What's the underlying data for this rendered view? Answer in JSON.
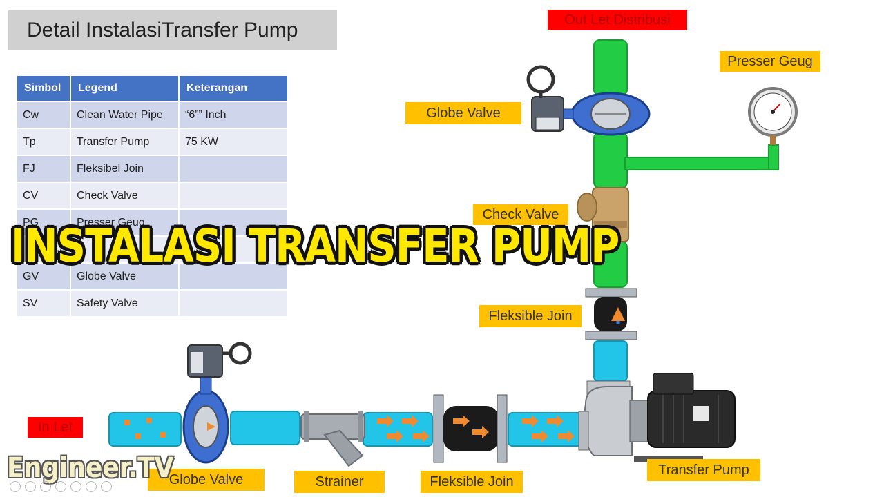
{
  "title": "Detail InstalasiTransfer Pump",
  "legend_table": {
    "headers": [
      "Simbol",
      "Legend",
      "Keterangan"
    ],
    "rows": [
      [
        "Cw",
        "Clean Water Pipe",
        "“6”” Inch"
      ],
      [
        "Tp",
        "Transfer Pump",
        "75 KW"
      ],
      [
        "FJ",
        "Fleksibel Join",
        ""
      ],
      [
        "CV",
        "Check Valve",
        ""
      ],
      [
        "PG",
        "Presser Geug",
        ""
      ],
      [
        "",
        "",
        ""
      ],
      [
        "GV",
        "Globe Valve",
        ""
      ],
      [
        "SV",
        "Safety Valve",
        ""
      ]
    ]
  },
  "labels": {
    "outlet": "Out Let Distribusi",
    "inlet": "In Let",
    "presser_geug": "Presser Geug",
    "globe_valve_top": "Globe Valve",
    "check_valve": "Check Valve",
    "fleksible_join_vertical": "Fleksible Join",
    "transfer_pump": "Transfer Pump",
    "globe_valve_bottom": "Globe Valve",
    "strainer": "Strainer",
    "fleksible_join_horizontal": "Fleksible Join"
  },
  "overlay_title": "INSTALASI TRANSFER PUMP",
  "watermark": "Engineer.TV",
  "colors": {
    "header_blue": "#4472c4",
    "label_yellow": "#ffc000",
    "red_tag": "#ff0000",
    "pipe_green": "#22cc44",
    "pipe_cyan": "#22c4e8",
    "flow_arrow": "#f08a30"
  }
}
